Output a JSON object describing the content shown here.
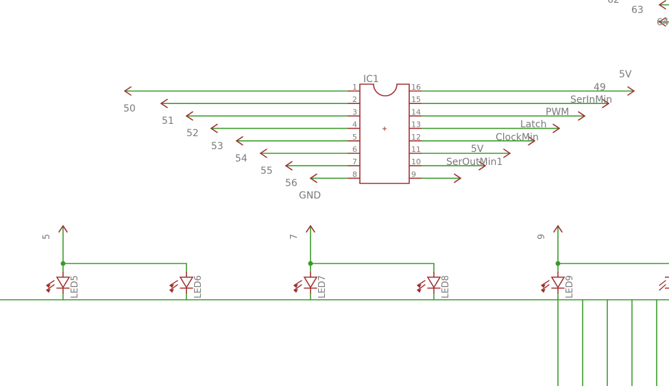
{
  "colors": {
    "wire": "#3a9a2a",
    "symbol": "#a03030",
    "label": "#7a7a7a",
    "junction": "#3a9a2a"
  },
  "ic": {
    "name": "IC1",
    "left_pins": [
      "1",
      "2",
      "3",
      "4",
      "5",
      "6",
      "7",
      "8"
    ],
    "right_pins": [
      "16",
      "15",
      "14",
      "13",
      "12",
      "11",
      "10",
      "9"
    ],
    "left_nets": [
      "50",
      "51",
      "52",
      "53",
      "54",
      "55",
      "56",
      "GND"
    ],
    "right_nets": [
      "49",
      "5V",
      "SerInMin",
      "PWM",
      "Latch",
      "ClockMin",
      "5V",
      "SerOutMin1"
    ]
  },
  "top_right": {
    "labels": [
      "62",
      "63",
      "64"
    ]
  },
  "led_groups": [
    {
      "supply_label": "5",
      "leds": [
        "LED5",
        "LED6"
      ]
    },
    {
      "supply_label": "7",
      "leds": [
        "LED7",
        "LED8"
      ]
    },
    {
      "supply_label": "9",
      "leds": [
        "LED9"
      ]
    }
  ]
}
